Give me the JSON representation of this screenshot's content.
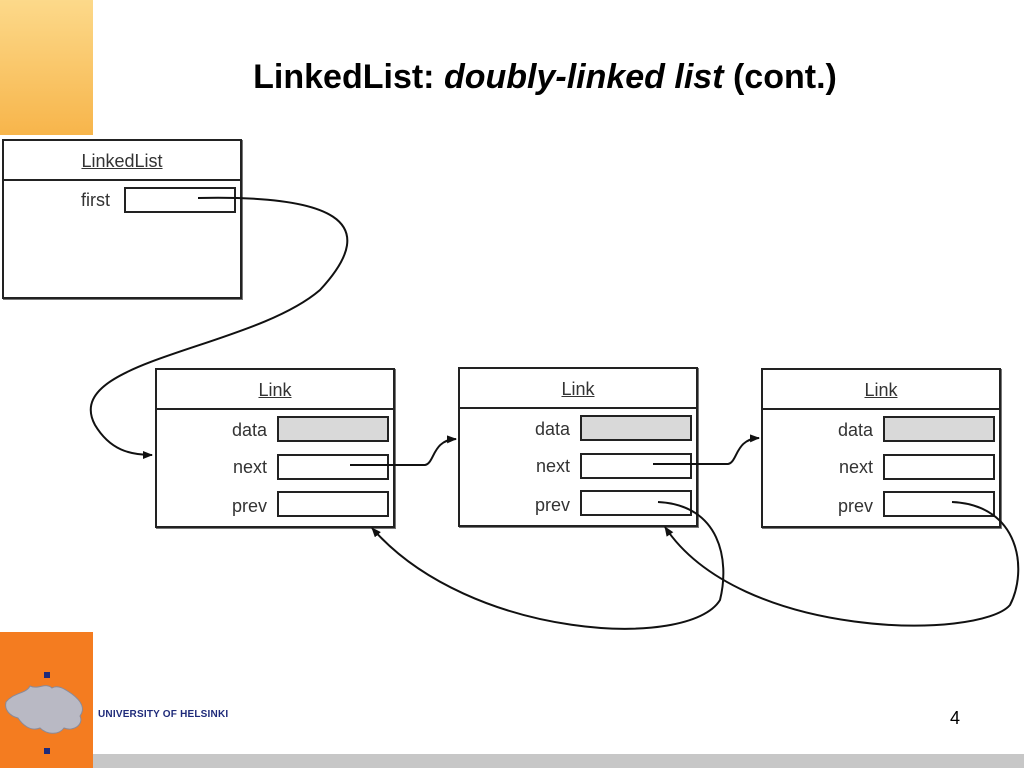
{
  "title": {
    "prefix": "LinkedList: ",
    "italic": "doubly-linked list",
    "suffix": " (cont.)"
  },
  "linkedlist_box": {
    "header": "LinkedList",
    "field": "first"
  },
  "links": [
    {
      "header": "Link",
      "fields": [
        "data",
        "next",
        "prev"
      ]
    },
    {
      "header": "Link",
      "fields": [
        "data",
        "next",
        "prev"
      ]
    },
    {
      "header": "Link",
      "fields": [
        "data",
        "next",
        "prev"
      ]
    }
  ],
  "footer": {
    "university": "UNIVERSITY OF HELSINKI",
    "page_number": "4"
  },
  "colors": {
    "accent_orange": "#f47c20",
    "accent_light": "#fcd98a",
    "university_blue": "#1f2b7a",
    "data_slot_gray": "#d9d9d9"
  }
}
